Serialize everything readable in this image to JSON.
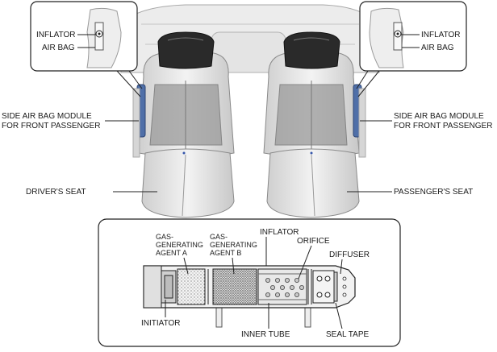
{
  "labels": {
    "inflator_left": "INFLATOR",
    "air_bag_left": "AIR BAG",
    "inflator_right": "INFLATOR",
    "air_bag_right": "AIR BAG",
    "side_module_left_line1": "SIDE AIR BAG MODULE",
    "side_module_left_line2": "FOR FRONT PASSENGER",
    "side_module_right_line1": "SIDE AIR BAG MODULE",
    "side_module_right_line2": "FOR FRONT PASSENGER",
    "drivers_seat": "DRIVER'S SEAT",
    "passengers_seat": "PASSENGER'S SEAT"
  },
  "detail": {
    "gas_a_line1": "GAS-",
    "gas_a_line2": "GENERATING",
    "gas_a_line3": "AGENT A",
    "gas_b_line1": "GAS-",
    "gas_b_line2": "GENERATING",
    "gas_b_line3": "AGENT B",
    "inflator": "INFLATOR",
    "orifice": "ORIFICE",
    "diffuser": "DIFFUSER",
    "initiator": "INITIATOR",
    "inner_tube": "INNER TUBE",
    "seal_tape": "SEAL TAPE"
  },
  "colors": {
    "seat_fill": "#e6e6e6",
    "seat_stroke": "#8a8a8a",
    "module_blue": "#4f6fa8",
    "line": "#222222"
  }
}
